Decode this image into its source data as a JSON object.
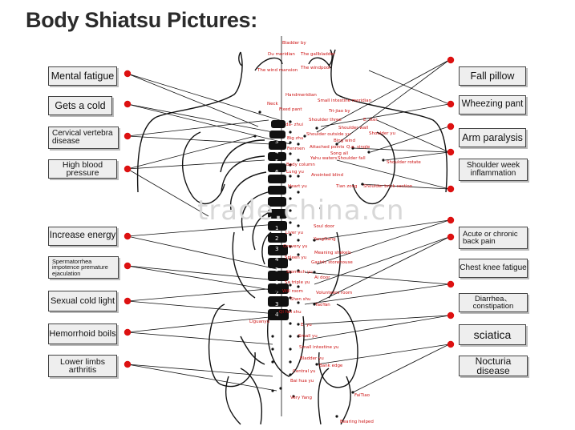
{
  "title": "Body Shiatsu Pictures:",
  "watermark": "trade.china.cn",
  "vertebra_numbers": [
    "3",
    "4",
    "5",
    "6",
    "1",
    "2",
    "3",
    "4",
    "5",
    "1",
    "2",
    "3",
    "4",
    "5"
  ],
  "conditions_left": [
    "Mental fatigue",
    "Gets a cold",
    "Cervical vertebra disease",
    "High blood pressure",
    "Increase energy",
    "Spermatorrhea impotence premature ejaculation",
    "Sexual cold light",
    "Hemorrhoid boils",
    "Lower limbs arthritis"
  ],
  "conditions_right": [
    "Fall pillow",
    "Wheezing pant",
    "Arm paralysis",
    "Shoulder week inflammation",
    "Acute or chronic back pain",
    "Chest knee fatigue",
    "Diarrhea、constipation",
    "sciatica",
    "Nocturia disease"
  ],
  "point_labels": [
    "Bladder by",
    "Du meridian",
    "The gallbladder",
    "The wind mansion",
    "The windpool",
    "Handmeridian",
    "Small intestine meridian",
    "Neck",
    "Fixed pant",
    "Tri-jiao by",
    "Shoulder three",
    "E. ster",
    "da- zhui",
    "Shoulder wall",
    "Big zhu",
    "Shoulder outside yu",
    "Shoulder yu",
    "Bing wind",
    "Fenmen",
    "Attached points",
    "Q.e. single",
    "Song all",
    "Yahu waters",
    "Shoulder fall",
    "Shoulder rotate",
    "Body column",
    "Lung yu",
    "Anointed blind",
    "Heart yu",
    "Tian zong",
    "Shoulder brick section",
    "Soul door",
    "Liver yu",
    "YangGang",
    "Gravery yu",
    "Meaning shekels",
    "Spleen yu",
    "Gastric storehouse",
    "Stomach yu",
    "Ai door",
    "Sa triple yu",
    "Will room",
    "Volunteers room",
    "Shen shu",
    "YaoYan",
    "Qi hai shu",
    "Liguanyu",
    "E. yu",
    "Small yu",
    "Small intestine yu",
    "Bladder yu",
    "Bank edge",
    "Central yu",
    "Bai hua yu",
    "FaiTiao",
    "Very Yang",
    "Bearing helped"
  ]
}
